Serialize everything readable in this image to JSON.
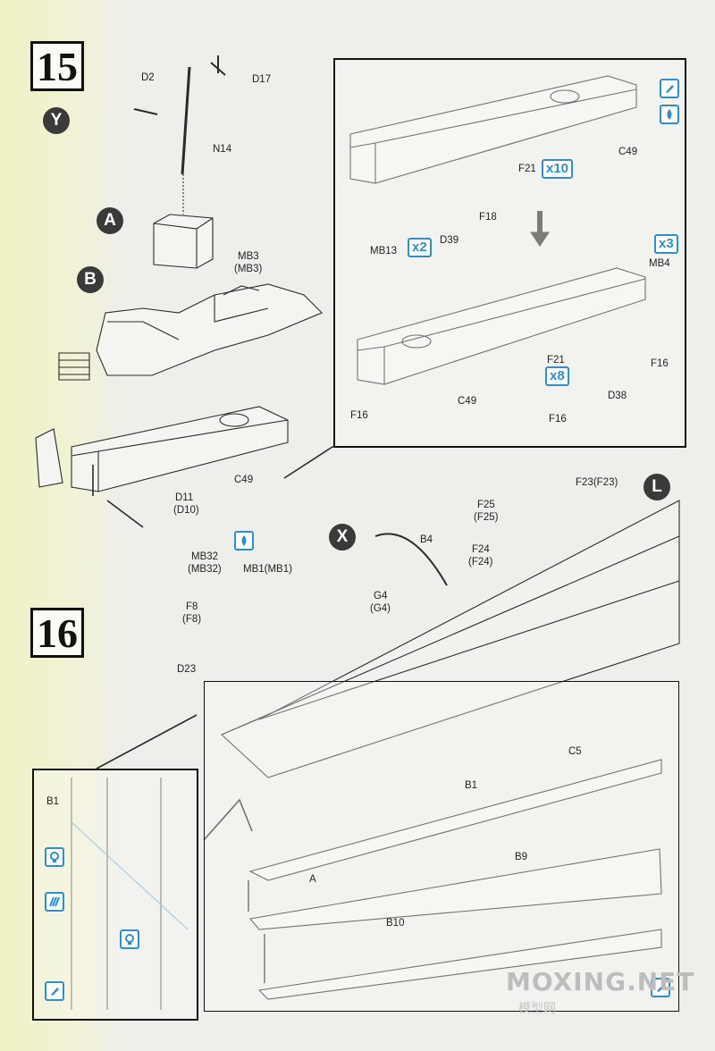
{
  "steps": {
    "step15": {
      "number": "15",
      "marker": "Y"
    },
    "step16": {
      "number": "16",
      "marker_x": "X",
      "marker_l": "L"
    }
  },
  "subassembly_markers": {
    "a": "A",
    "b": "B"
  },
  "labels": {
    "d2": "D2",
    "d17": "D17",
    "n14": "N14",
    "mb3": "MB3",
    "mb3_alt": "(MB3)",
    "c49": "C49",
    "d11": "D11",
    "d11_alt": "(D10)",
    "inset_c49_top": "C49",
    "inset_f21_top": "F21",
    "inset_d39": "D39",
    "inset_f18": "F18",
    "inset_mb13": "MB13",
    "inset_mb4": "MB4",
    "inset_f16_right": "F16",
    "inset_f21_bottom": "F21",
    "inset_d38": "D38",
    "inset_f16_left": "F16",
    "inset_c49_bottom": "C49",
    "inset_f16_bottom": "F16",
    "b4": "B4",
    "f23": "F23(F23)",
    "f25": "F25",
    "f25_alt": "(F25)",
    "f24": "F24",
    "f24_alt": "(F24)",
    "mb32": "MB32",
    "mb32_alt": "(MB32)",
    "mb1": "MB1(MB1)",
    "g4": "G4",
    "g4_alt": "(G4)",
    "f8": "F8",
    "f8_alt": "(F8)",
    "d23": "D23",
    "hull_c5": "C5",
    "hull_b1": "B1",
    "hull_b9": "B9",
    "hull_a": "A",
    "hull_b10": "B10",
    "detail_b1": "B1"
  },
  "quantities": {
    "x10": "x10",
    "x2": "x2",
    "x3": "x3",
    "x8": "x8"
  },
  "icons": {
    "paint_brush": "paint-brush-icon",
    "cement_drop": "cement-drop-icon",
    "magnify_view": "magnify-view-icon",
    "photo_etch": "photo-etch-icon"
  },
  "watermark": {
    "main": "MOXING.NET",
    "sub": "模型网"
  },
  "colors": {
    "accent_blue": "#2b8fd0",
    "step_number": "#111111",
    "yellow_wash": "#eef2c4"
  }
}
